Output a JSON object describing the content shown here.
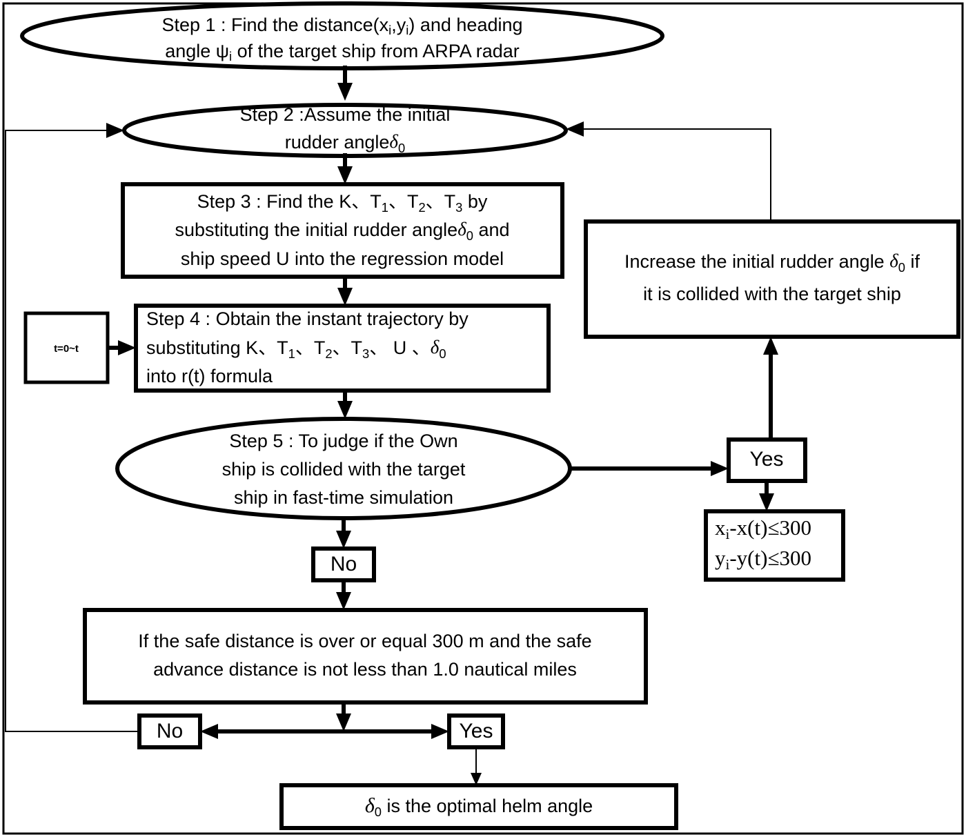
{
  "diagram": {
    "title": "Ship collision avoidance optimal helm angle flowchart",
    "background": "#ffffff",
    "line_color": "#000000"
  },
  "nodes": {
    "step1": {
      "type": "ellipse",
      "lines": [
        "Step 1 : Find the distance(x",
        "i",
        ",y",
        "i",
        ") and heading",
        "angle ψ",
        "i",
        " of the target ship from ARPA radar"
      ],
      "line1": "Step 1 : Find the distance(x",
      "line1_sub_a": "i",
      "line1_mid": ",y",
      "line1_sub_b": "i",
      "line1_end": ") and heading",
      "line2_start": "angle ψ",
      "line2_sub": "i",
      "line2_end": " of the target ship from ARPA radar"
    },
    "step2": {
      "type": "ellipse",
      "line1": "Step 2 :Assume the initial",
      "line2_start": "rudder angle",
      "line2_symbol": "δ",
      "line2_sub": "0"
    },
    "step3": {
      "type": "rect",
      "line1_a": "Step 3 : Find the K",
      "line1_b": "、",
      "line1_t1": "T",
      "line1_t1s": "1",
      "line1_t2": "T",
      "line1_t2s": "2",
      "line1_t3": "T",
      "line1_t3s": "3",
      "line1_end": "by",
      "line2_start": "substituting the initial rudder angle",
      "line2_symbol": "δ",
      "line2_sub": "0",
      "line2_end": "and",
      "line3": "ship speed U into the regression model"
    },
    "step4": {
      "type": "rect",
      "line1": "Step 4 : Obtain the instant trajectory by",
      "line2_start": "substituting K",
      "line2_sep": "、",
      "line2_t1": "T",
      "line2_t1s": "1",
      "line2_t2": "T",
      "line2_t2s": "2",
      "line2_t3": "T",
      "line2_t3s": "3",
      "line2_u": "U",
      "line2_symbol": "δ",
      "line2_sub": "0",
      "line3": "into r(t) formula"
    },
    "time_range": {
      "type": "rect",
      "label": "t=0~t"
    },
    "step5": {
      "type": "ellipse",
      "line1": "Step 5 : To judge if the Own",
      "line2": "ship is collided with the target",
      "line3": "ship in fast-time simulation"
    },
    "increase": {
      "type": "rect",
      "line1_start": "Increase the initial rudder angle",
      "line1_symbol": "δ",
      "line1_sub": "0",
      "line1_end": "if",
      "line2": "it is collided with the target ship"
    },
    "yes_right": {
      "type": "rect",
      "label": "Yes"
    },
    "condition": {
      "type": "rect",
      "line1_x": "x",
      "line1_xs": "i",
      "line1_rest": "-x(t)≤300",
      "line2_y": "y",
      "line2_ys": "i",
      "line2_rest": "-y(t)≤300"
    },
    "no_mid": {
      "type": "rect",
      "label": "No"
    },
    "safe_distance": {
      "type": "rect",
      "line1": "If the safe distance is over or equal 300 m and the safe",
      "line2": "advance distance is not less than 1.0 nautical miles"
    },
    "no_bottom": {
      "type": "rect",
      "label": "No"
    },
    "yes_bottom": {
      "type": "rect",
      "label": "Yes"
    },
    "result": {
      "type": "rect",
      "symbol": "δ",
      "symbol_sub": "0",
      "text": "is the optimal helm angle"
    }
  },
  "edges": [
    {
      "name": "step1-to-step2",
      "from": "step1",
      "to": "step2",
      "label": ""
    },
    {
      "name": "step2-to-step3",
      "from": "step2",
      "to": "step3",
      "label": ""
    },
    {
      "name": "step3-to-step4",
      "from": "step3",
      "to": "step4",
      "label": ""
    },
    {
      "name": "time-to-step4",
      "from": "time_range",
      "to": "step4",
      "label": ""
    },
    {
      "name": "step4-to-step5",
      "from": "step4",
      "to": "step5",
      "label": ""
    },
    {
      "name": "step5-to-yes-right",
      "from": "step5",
      "to": "yes_right",
      "label": "Yes"
    },
    {
      "name": "yes-right-to-condition",
      "from": "yes_right",
      "to": "condition",
      "label": ""
    },
    {
      "name": "yes-right-to-increase",
      "from": "yes_right",
      "to": "increase",
      "label": ""
    },
    {
      "name": "increase-to-step2",
      "from": "increase",
      "to": "step2",
      "label": ""
    },
    {
      "name": "step5-to-no-mid",
      "from": "step5",
      "to": "no_mid",
      "label": "No"
    },
    {
      "name": "no-mid-to-safe-distance",
      "from": "no_mid",
      "to": "safe_distance",
      "label": ""
    },
    {
      "name": "safe-distance-to-no-bottom",
      "from": "safe_distance",
      "to": "no_bottom",
      "label": "No"
    },
    {
      "name": "safe-distance-to-yes-bottom",
      "from": "safe_distance",
      "to": "yes_bottom",
      "label": "Yes"
    },
    {
      "name": "no-bottom-to-step2",
      "from": "no_bottom",
      "to": "step2",
      "label": ""
    },
    {
      "name": "yes-bottom-to-result",
      "from": "yes_bottom",
      "to": "result",
      "label": ""
    }
  ]
}
